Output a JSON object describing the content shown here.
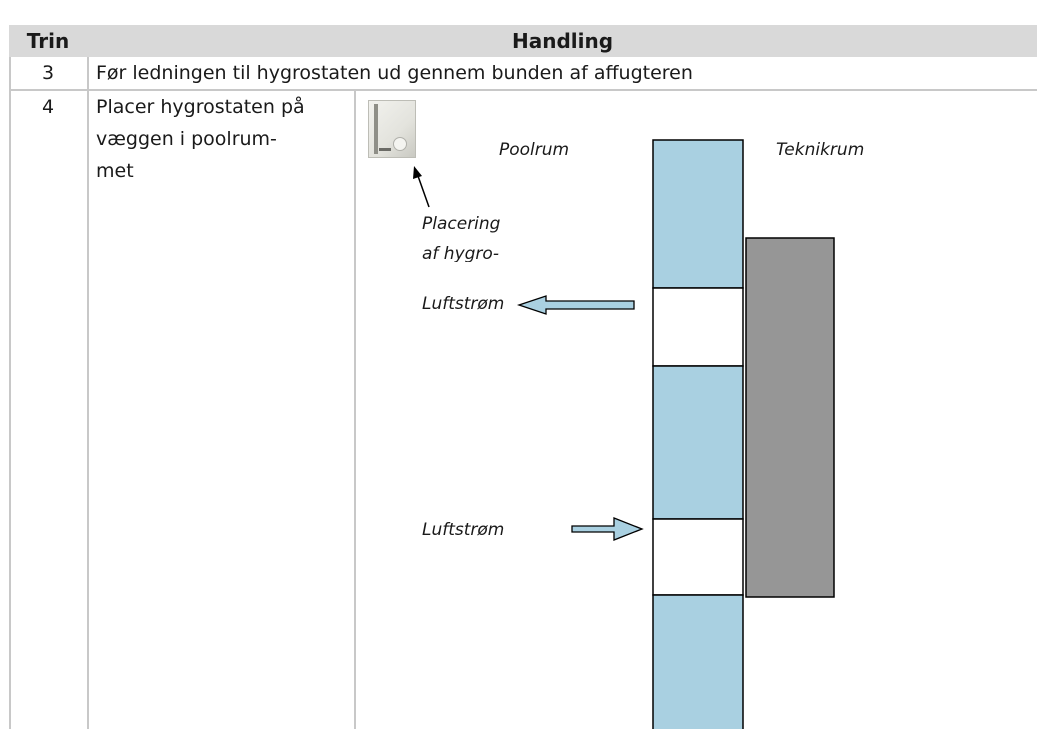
{
  "table": {
    "header": {
      "col1": "Trin",
      "col2": "Handling"
    },
    "rows": [
      {
        "step": "3",
        "action": "Før ledningen til hygrostaten ud gennem bunden af affugteren"
      },
      {
        "step": "4",
        "action_lines": [
          "Placer hygrostaten på",
          "væggen i poolrum-",
          "met"
        ]
      }
    ]
  },
  "diagram": {
    "label_pool": "Poolrum",
    "label_technic": "Teknikrum",
    "label_placement_line1": "Placering",
    "label_placement_line2": "af hygro-",
    "label_airflow_out": "Luftstrøm",
    "label_airflow_in": "Luftstrøm",
    "colors": {
      "wall": "#a9d0e1",
      "unit": "#969696",
      "arrow": "#a9d0e1",
      "opening": "#ffffff"
    }
  }
}
